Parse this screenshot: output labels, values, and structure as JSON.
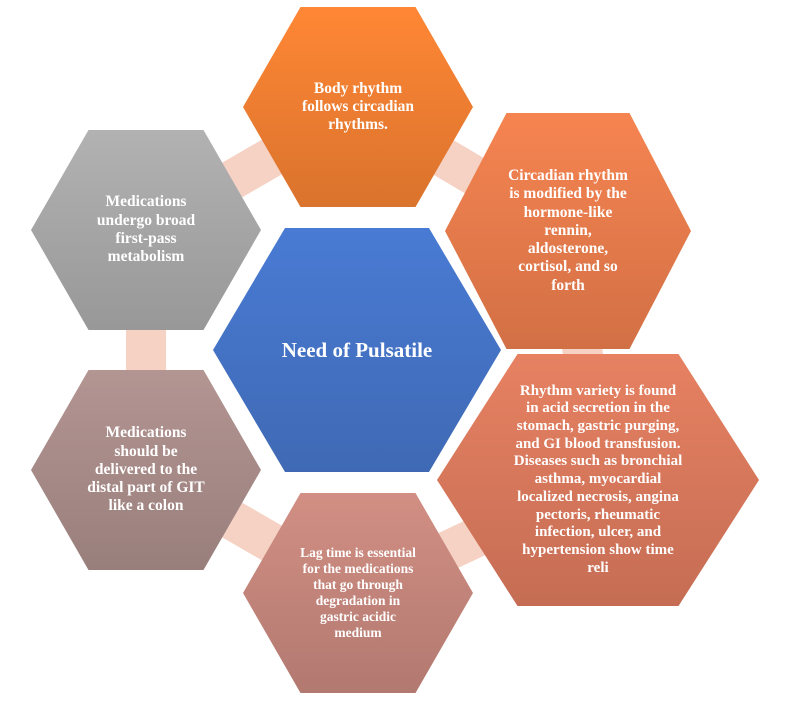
{
  "center": {
    "label": "Need of Pulsatile",
    "color": "#4472c4"
  },
  "nodes": [
    {
      "id": "body-rhythm",
      "text": "Body rhythm\nfollows circadian\nrhythms.",
      "color": "#ed7d31"
    },
    {
      "id": "circadian-rhythm",
      "text": "Circadian rhythm\nis modified by the\nhormone-like\nrennin,\naldosterone,\ncortisol, and so\nforth",
      "color": "#e47a4b"
    },
    {
      "id": "rhythm-variety",
      "text": "Rhythm variety is found\nin acid secretion in the\nstomach, gastric purging,\nand GI blood transfusion.\nDiseases such as bronchial\nasthma, myocardial\nlocalized necrosis, angina\npectoris, rheumatic\ninfection, ulcer, and\nhypertension show time\nreli",
      "color": "#d6775b"
    },
    {
      "id": "lag-time",
      "text": "Lag time is essential\nfor the medications\nthat go through\ndegradation in\ngastric acidic\nmedium",
      "color": "#c2847a"
    },
    {
      "id": "distal-delivery",
      "text": "Medications\nshould be\ndelivered to the\ndistal part of GIT\nlike a colon",
      "color": "#a68a87"
    },
    {
      "id": "first-pass",
      "text": "Medications\nundergo broad\nfirst-pass\nmetabolism",
      "color": "#a5a5a5"
    }
  ],
  "connector_color": "#f5d2c4"
}
